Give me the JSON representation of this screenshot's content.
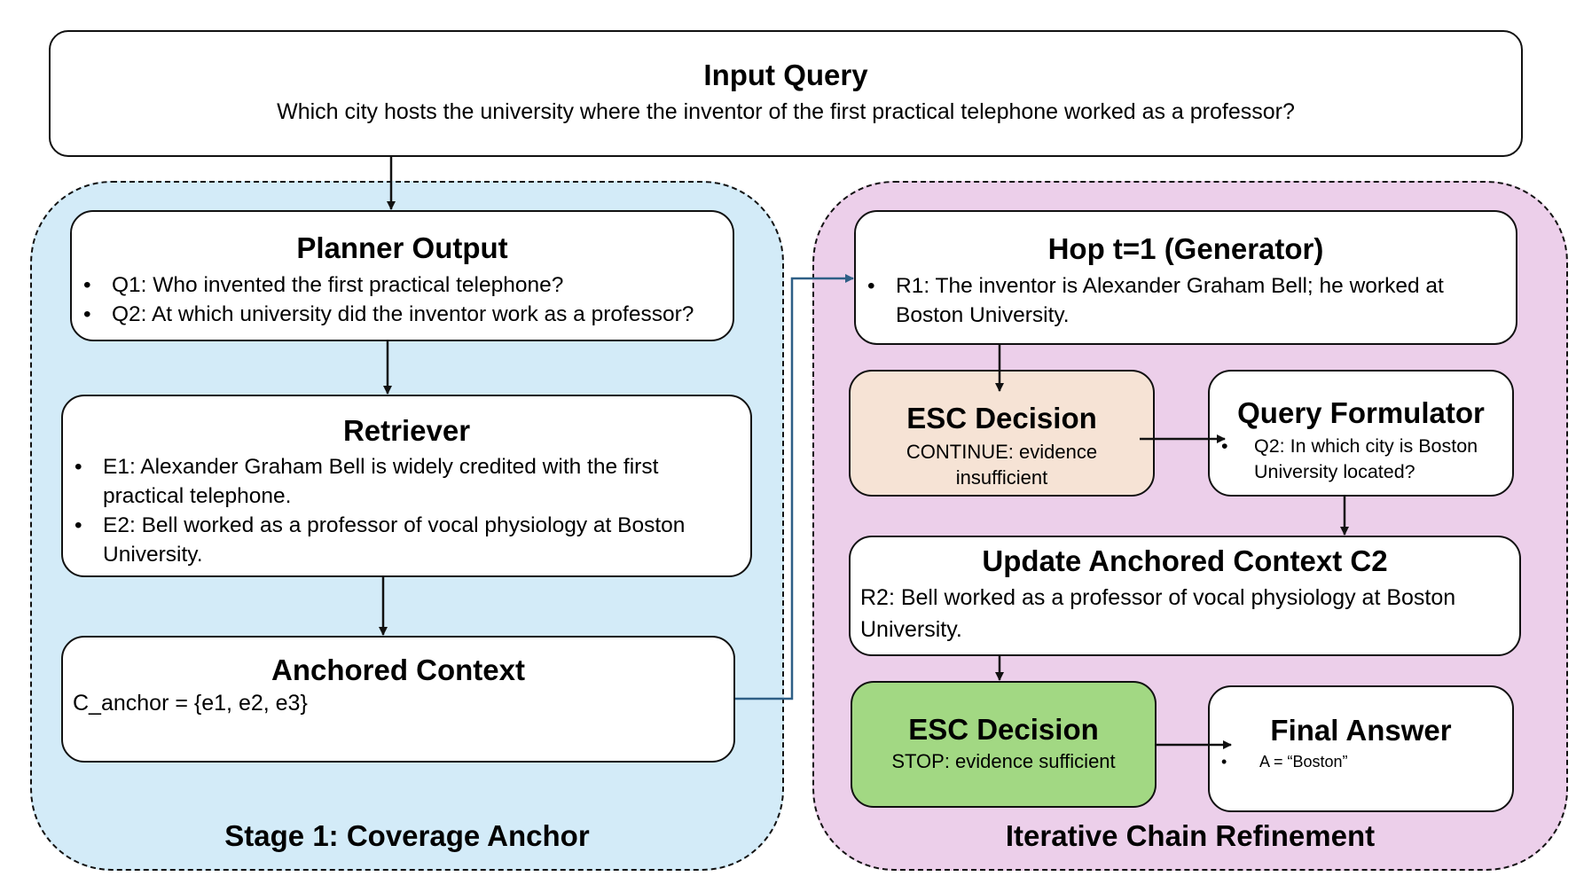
{
  "input_query": {
    "title": "Input Query",
    "text": "Which city hosts the university where the inventor of the first practical telephone worked as a professor?"
  },
  "stage1": {
    "label": "Stage 1: Coverage Anchor",
    "color": "#d3ebf8",
    "planner": {
      "title": "Planner Output",
      "items": [
        "Q1: Who invented the first practical telephone?",
        "Q2: At which university did the inventor work as a professor?"
      ]
    },
    "retriever": {
      "title": "Retriever",
      "items": [
        "E1: Alexander Graham Bell is widely credited with the first practical telephone.",
        "E2: Bell worked as a professor of vocal physiology at Boston University."
      ]
    },
    "anchored": {
      "title": "Anchored Context",
      "text": "C_anchor = {e1, e2, e3}"
    }
  },
  "stage2": {
    "label": "Iterative Chain Refinement",
    "color": "#eccfea",
    "hop": {
      "title": "Hop t=1 (Generator)",
      "items": [
        "R1: The inventor is Alexander Graham Bell; he worked at Boston University."
      ]
    },
    "esc1": {
      "title": "ESC Decision",
      "text": "CONTINUE: evidence insufficient",
      "color": "#f6e3d5"
    },
    "query_formulator": {
      "title": "Query Formulator",
      "items": [
        "Q2: In which city is Boston University located?"
      ]
    },
    "update": {
      "title": "Update Anchored Context C2",
      "text": "R2: Bell worked as a professor of vocal physiology at Boston University."
    },
    "esc2": {
      "title": "ESC Decision",
      "text": "STOP: evidence sufficient",
      "color": "#a2d883"
    },
    "final": {
      "title": "Final Answer",
      "items": [
        "A = “Boston”"
      ]
    }
  },
  "connector_color": "#2e5f86"
}
